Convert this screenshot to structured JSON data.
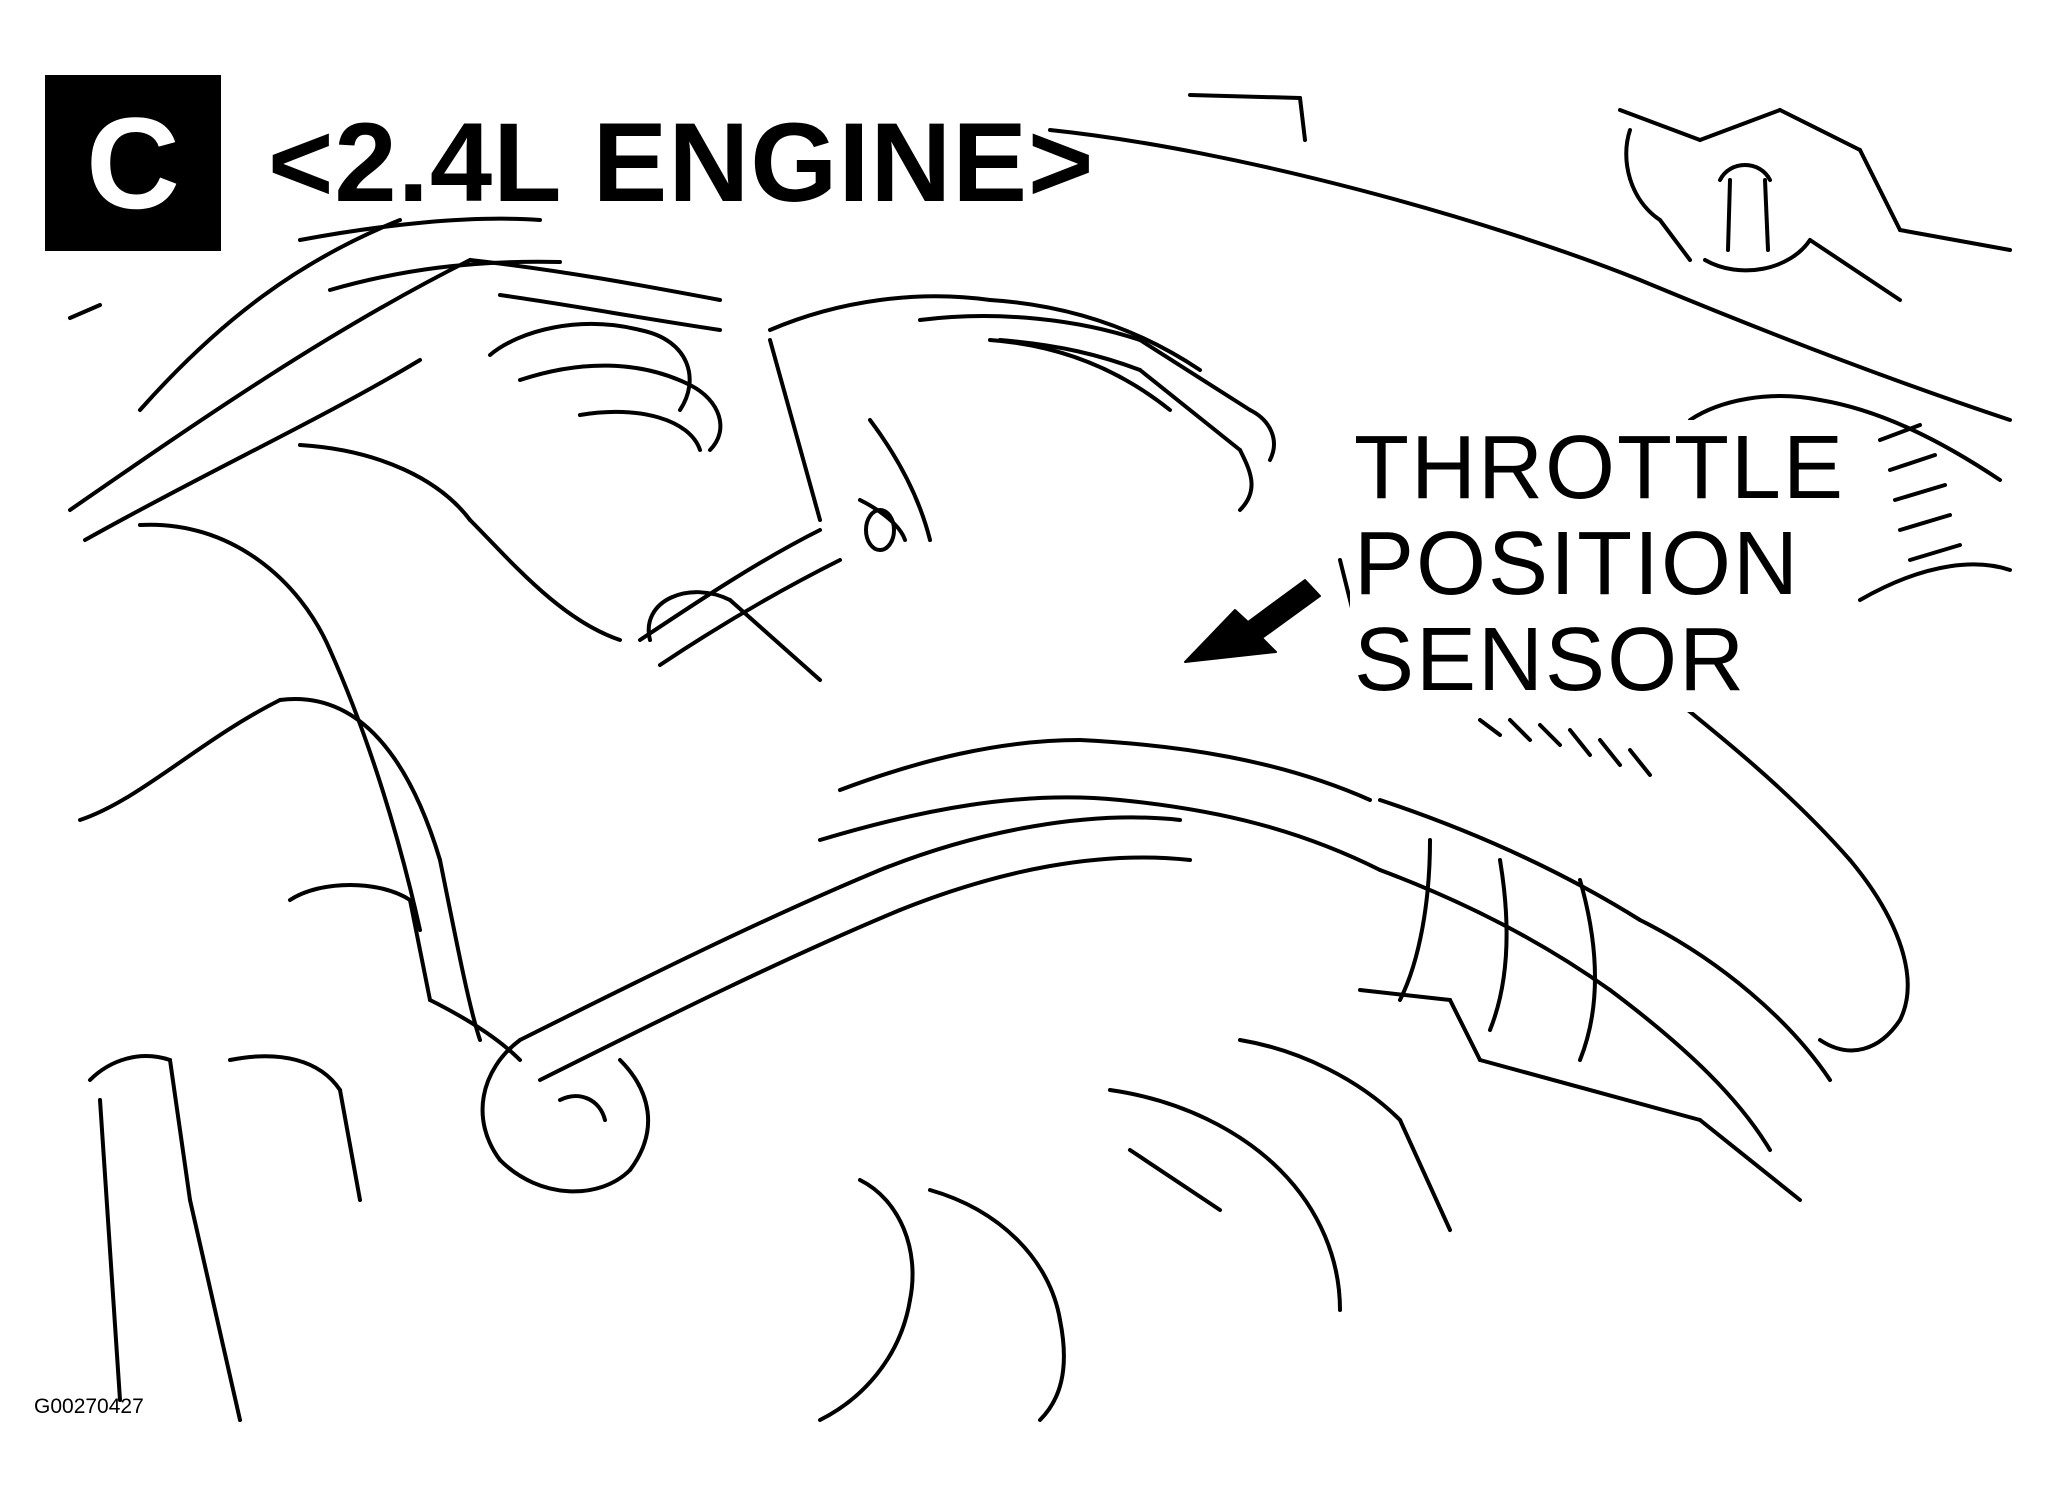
{
  "figure": {
    "badge_letter": "C",
    "title": "<2.4L ENGINE>",
    "callout_lines": [
      "THROTTLE",
      "POSITION",
      "SENSOR"
    ],
    "figure_id": "G00270427"
  },
  "arrow": {
    "points_to": "throttle position sensor connector",
    "color": "#000000"
  },
  "colors": {
    "line": "#000000",
    "background": "#ffffff"
  }
}
